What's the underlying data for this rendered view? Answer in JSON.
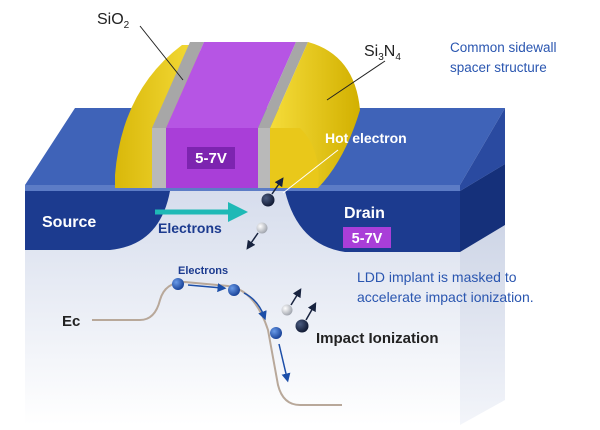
{
  "labels": {
    "sio2": "SiO",
    "sio2_sub": "2",
    "si3n4_a": "Si",
    "si3n4_sub1": "3",
    "si3n4_b": "N",
    "si3n4_sub2": "4",
    "caption_line1": "Common sidewall",
    "caption_line2": "spacer structure",
    "gate_voltage": "5-7V",
    "hot_electron": "Hot electron",
    "source": "Source",
    "drain": "Drain",
    "drain_voltage": "5-7V",
    "electrons_main": "Electrons",
    "electrons_small": "Electrons",
    "ldd_line1": "LDD implant is masked to",
    "ldd_line2": "accelerate impact ionization.",
    "ec": "Ec",
    "impact_ionization": "Impact Ionization"
  },
  "colors": {
    "substrate_top": "#3f63b8",
    "substrate_side": "#2a4aa0",
    "region_dark": "#1c3b8f",
    "gate": "#a93ed8",
    "gate_dark": "#7d24b0",
    "spacer": "#f0d324",
    "spacer_dark": "#b99b00",
    "oxide": "#b9b9b9",
    "accent_text": "#2a56b0",
    "arrow_teal": "#1fb9b6",
    "electron": "#1c4ea8",
    "hole": "#d8d8d8",
    "dark_electron": "#18233f",
    "band_line": "#b8a89a"
  }
}
